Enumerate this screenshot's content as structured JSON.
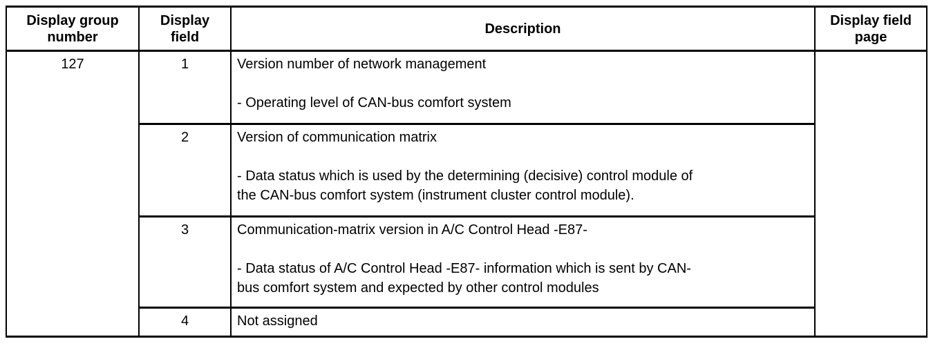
{
  "table": {
    "columns": [
      "Display group number",
      "Display field",
      "Description",
      "Display field page"
    ],
    "group_number": "127",
    "rows": [
      {
        "field": "1",
        "description": "Version number of network management\n\n- Operating level of CAN-bus comfort system"
      },
      {
        "field": "2",
        "description": "Version of communication matrix\n\n- Data status which is used by the determining (decisive) control module of\nthe CAN-bus comfort system (instrument cluster control module)."
      },
      {
        "field": "3",
        "description": "Communication-matrix version in A/C Control Head -E87-\n\n- Data status of A/C Control Head -E87- information which is sent by CAN-\nbus comfort system and expected by other control modules"
      },
      {
        "field": "4",
        "description": "Not assigned"
      }
    ],
    "page_value": ""
  },
  "colors": {
    "border": "#000000",
    "text": "#000000",
    "background": "#ffffff"
  }
}
